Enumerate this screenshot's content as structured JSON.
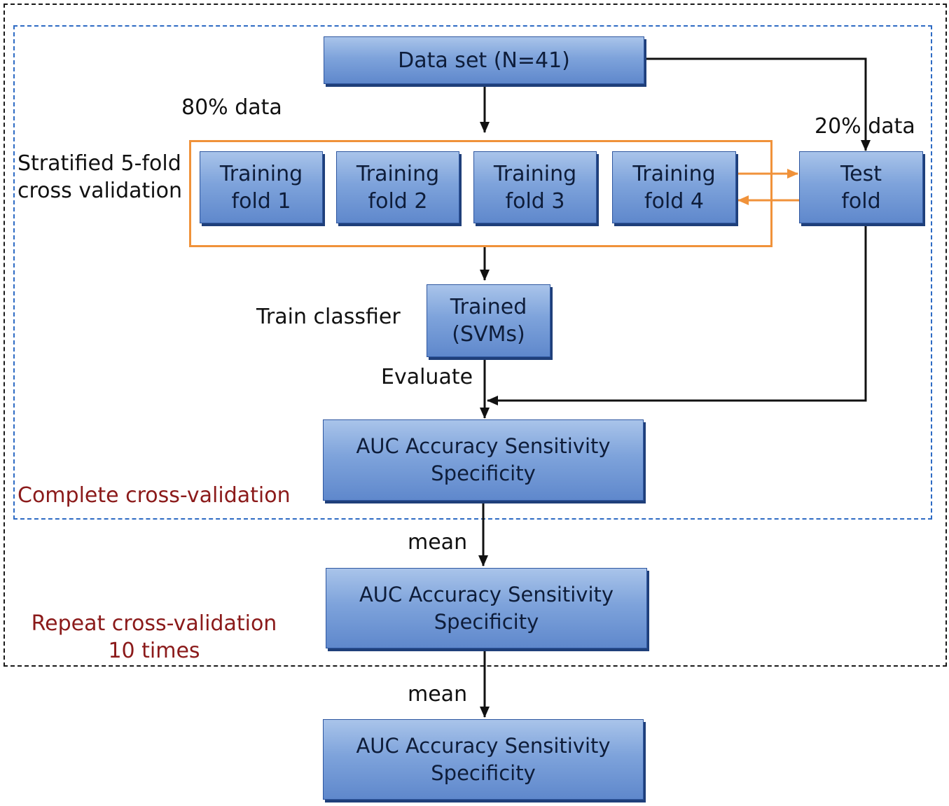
{
  "colors": {
    "box_fill_top": "#a9c4ea",
    "box_fill_bottom": "#5f88cc",
    "box_border": "#2f57a0",
    "orange_frame": "#f0923a",
    "blue_dashed_frame": "#2e6bc4",
    "black_dashed_frame": "#1a1a1a",
    "red_label": "#8b1a1a",
    "arrow": "#111111"
  },
  "boxes": {
    "dataset": "Data set (N=41)",
    "training_fold_1": "Training\nfold 1",
    "training_fold_2": "Training\nfold 2",
    "training_fold_3": "Training\nfold 3",
    "training_fold_4": "Training\nfold 4",
    "test_fold": "Test\nfold",
    "trained": "Trained\n(SVMs)",
    "metrics_cv": "AUC Accuracy Sensitivity\nSpecificity",
    "metrics_repeat": "AUC Accuracy Sensitivity\nSpecificity",
    "metrics_final": "AUC Accuracy Sensitivity\nSpecificity"
  },
  "labels": {
    "data_80": "80% data",
    "data_20": "20% data",
    "stratified": "Stratified 5-fold\ncross validation",
    "train_classifier": "Train classfier",
    "evaluate": "Evaluate",
    "complete_cv": "Complete cross-validation",
    "mean_1": "mean",
    "mean_2": "mean",
    "repeat_cv": "Repeat cross-validation\n10 times"
  }
}
